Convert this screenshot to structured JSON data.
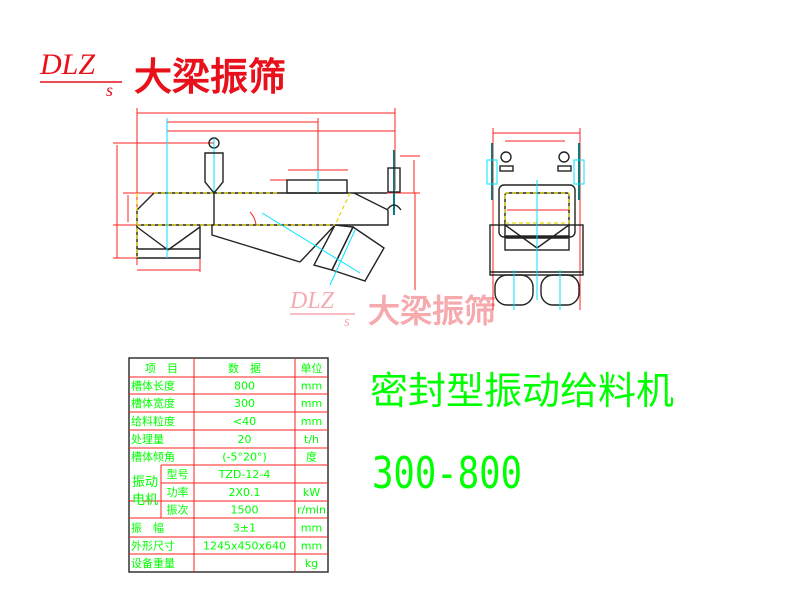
{
  "logo": {
    "letters": "DLZ",
    "sub": "s",
    "name": "大梁振筛"
  },
  "watermark": {
    "letters": "DLZ",
    "sub": "s",
    "name": "大梁振筛"
  },
  "title": "密封型振动给料机",
  "model": "300-800",
  "table": {
    "headers": [
      "项　目",
      "数　据",
      "单位"
    ],
    "rows": [
      {
        "item": "槽体长度",
        "value": "800",
        "unit": "mm"
      },
      {
        "item": "槽体宽度",
        "value": "300",
        "unit": "mm"
      },
      {
        "item": "给料粒度",
        "value": "<40",
        "unit": "mm"
      },
      {
        "item": "处理量",
        "value": "20",
        "unit": "t/h"
      },
      {
        "item": "槽体倾角",
        "value": "(-5°20°)",
        "unit": "度"
      }
    ],
    "motor_group": "振动电机",
    "motor_rows": [
      {
        "item": "型号",
        "value": "TZD-12-4",
        "unit": ""
      },
      {
        "item": "功率",
        "value": "2X0.1",
        "unit": "kW"
      },
      {
        "item": "振次",
        "value": "1500",
        "unit": "r/min"
      }
    ],
    "rows2": [
      {
        "item": "振　幅",
        "value": "3±1",
        "unit": "mm"
      },
      {
        "item": "外形尺寸",
        "value": "1245x450x640",
        "unit": "mm"
      },
      {
        "item": "设备重量",
        "value": "",
        "unit": "kg"
      }
    ]
  },
  "colors": {
    "brand": "#e8101a",
    "text": "#00ff00",
    "grid": "#ff2020",
    "center": "#00e5ff"
  }
}
